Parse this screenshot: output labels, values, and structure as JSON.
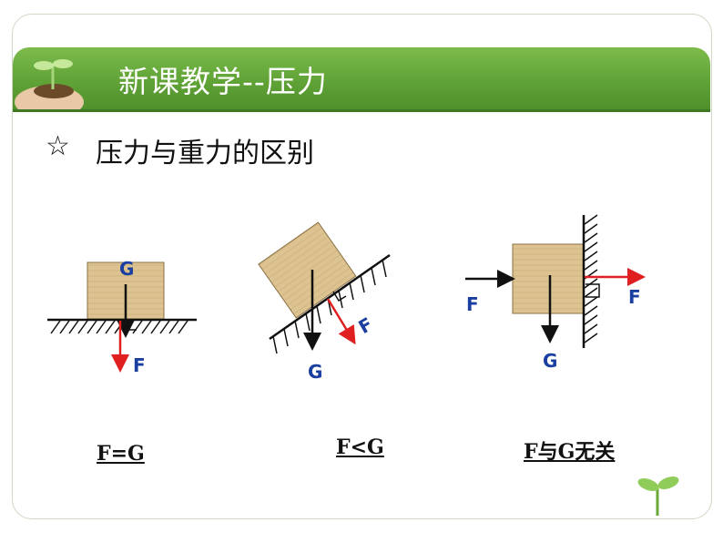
{
  "header": {
    "title": "新课教学--压力"
  },
  "section": {
    "bullet": "☆",
    "heading": "压力与重力的区别"
  },
  "diagrams": {
    "flat": {
      "gravity_label": "G",
      "force_label": "F",
      "caption": "F=G"
    },
    "incline": {
      "gravity_label": "G",
      "force_label": "F",
      "caption": "F<G"
    },
    "wall": {
      "push_label": "F",
      "gravity_label": "G",
      "force_label": "F",
      "caption": "F与G无关"
    }
  },
  "colors": {
    "banner": "#5fa236",
    "gravity_arrow": "#111111",
    "force_arrow": "#e02020",
    "label_blue": "#1a3fa0",
    "block": "#dcc391"
  }
}
